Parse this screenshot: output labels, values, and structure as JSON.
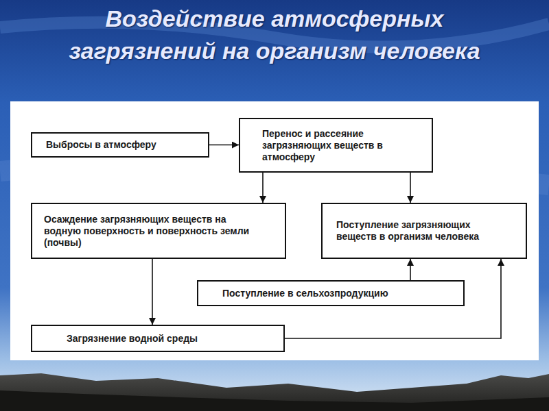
{
  "diagram": {
    "title": "Воздействие атмосферных загрязнений на организм человека",
    "nodes": [
      {
        "text": [
          "Выбросы в атмосферу"
        ]
      },
      {
        "text": [
          "Перенос и рассеяние загрязняющих веществ в атмосферу"
        ]
      },
      {
        "text": [
          "Осаждение загрязняющих веществ на водную поверхность и поверхность земли (почвы)"
        ]
      },
      {
        "text": [
          "Поступление загрязняющих веществ в организм человека"
        ]
      },
      {
        "text": [
          "Поступление в сельхозпродукцию"
        ]
      },
      {
        "text": [
          "Загрязнение водной среды"
        ]
      }
    ],
    "edges": [
      {
        "from": 0,
        "to": 1,
        "arrow": "to"
      },
      {
        "from": 1,
        "to": 2,
        "arrow": "to"
      },
      {
        "from": 1,
        "to": 3,
        "arrow": "to"
      },
      {
        "from": 2,
        "to": 5,
        "arrow": "to"
      },
      {
        "from": 4,
        "to": 3,
        "arrow": "to"
      },
      {
        "from": 5,
        "to": 3,
        "arrow": "to"
      }
    ]
  }
}
